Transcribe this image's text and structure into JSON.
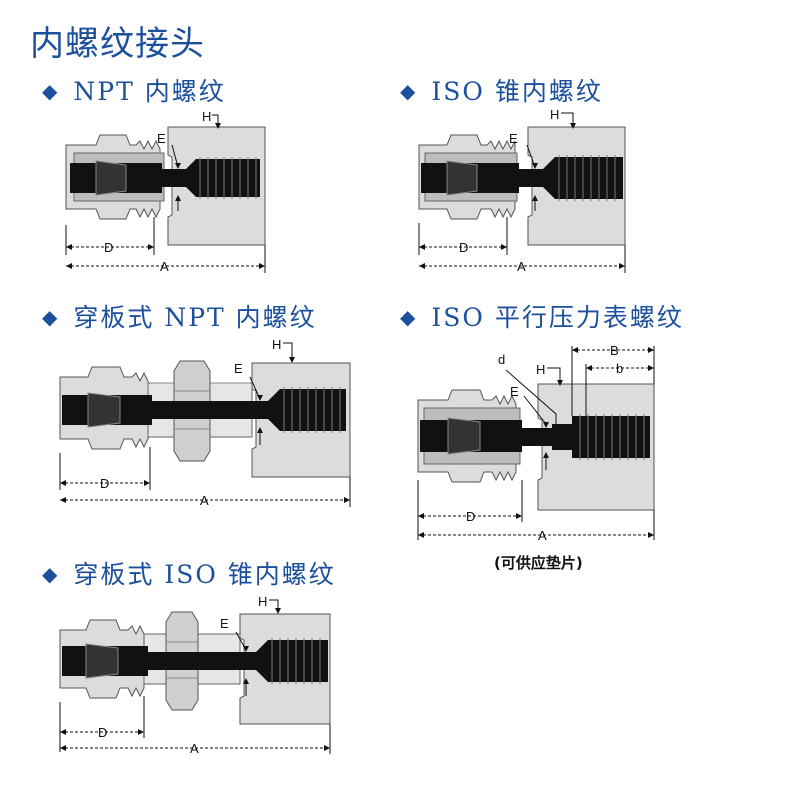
{
  "page_title": "内螺纹接头",
  "colors": {
    "accent": "#1c4f9c",
    "body_fill": "#dcdcdc",
    "tube": "#111111"
  },
  "sections": [
    {
      "id": "npt",
      "heading": "NPT 内螺纹",
      "labels": {
        "H": "H",
        "E": "E",
        "D": "D",
        "A": "A"
      }
    },
    {
      "id": "iso-taper",
      "heading": "ISO 锥内螺纹",
      "labels": {
        "H": "H",
        "E": "E",
        "D": "D",
        "A": "A"
      }
    },
    {
      "id": "bulkhead-npt",
      "heading": "穿板式 NPT 内螺纹",
      "labels": {
        "H": "H",
        "E": "E",
        "D": "D",
        "A": "A"
      }
    },
    {
      "id": "iso-parallel",
      "heading": "ISO 平行压力表螺纹",
      "labels": {
        "H": "H",
        "E": "E",
        "D": "D",
        "A": "A",
        "d": "d",
        "B": "B",
        "b": "b"
      },
      "note": "(可供应垫片)"
    },
    {
      "id": "bulkhead-iso-taper",
      "heading": "穿板式 ISO 锥内螺纹",
      "labels": {
        "H": "H",
        "E": "E",
        "D": "D",
        "A": "A"
      }
    }
  ],
  "icons": {
    "bullet": "diamond-icon"
  }
}
